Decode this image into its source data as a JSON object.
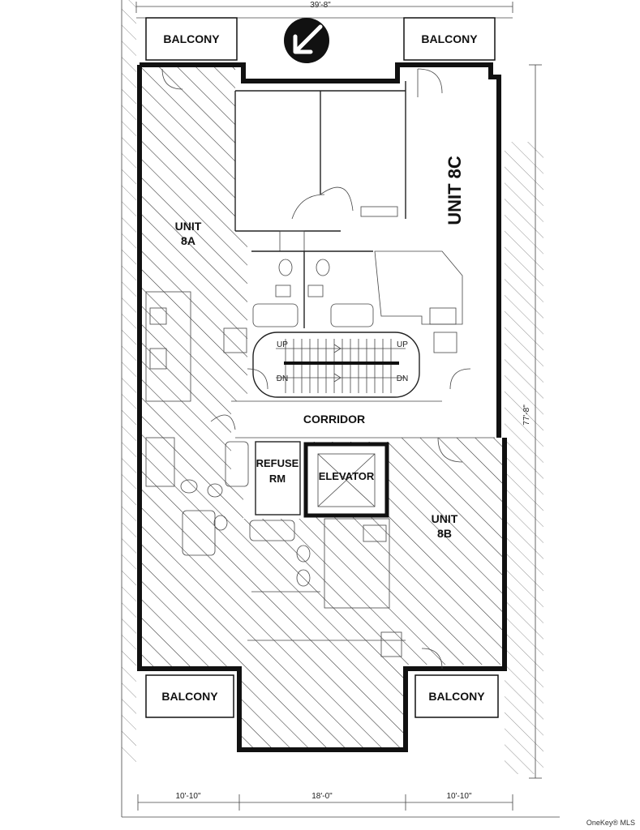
{
  "labels": {
    "balcony_tl": "BALCONY",
    "balcony_tr": "BALCONY",
    "balcony_bl": "BALCONY",
    "balcony_br": "BALCONY",
    "unit_8a_line1": "UNIT",
    "unit_8a_line2": "8A",
    "unit_8c": "UNIT 8C",
    "unit_8b_line1": "UNIT",
    "unit_8b_line2": "8B",
    "corridor": "CORRIDOR",
    "refuse_line1": "REFUSE",
    "refuse_line2": "RM",
    "elevator": "ELEVATOR",
    "stair_up_1": "UP",
    "stair_up_2": "UP",
    "stair_dn_1": "DN",
    "stair_dn_2": "DN"
  },
  "dimensions": {
    "top_width": "39'-8\"",
    "right_height": "77'-8\"",
    "bottom_left": "10'-10\"",
    "bottom_mid": "18'-0\"",
    "bottom_right": "10'-10\""
  },
  "credit": "OneKey® MLS",
  "colors": {
    "ink": "#111111",
    "paper": "#ffffff",
    "hatch": "#333333"
  },
  "icons": {
    "north_arrow": "north-arrow-icon"
  }
}
